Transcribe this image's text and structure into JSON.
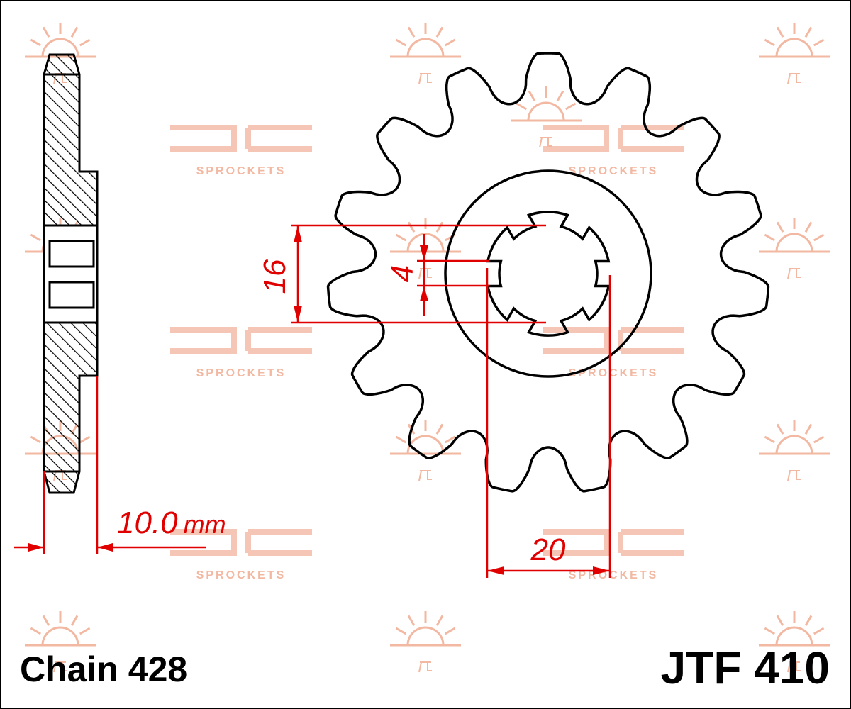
{
  "part_number": "JTF 410",
  "chain": "Chain 428",
  "dimensions": {
    "minor_diameter": "16",
    "spline_width": "4",
    "major_diameter": "20",
    "thickness": "10.0",
    "thickness_unit": "mm"
  },
  "sprocket": {
    "teeth": 15,
    "splines": 6
  },
  "watermark": {
    "brand": "JT",
    "text": "SPROCKETS"
  },
  "colors": {
    "outline": "#000000",
    "dimension": "#e00000",
    "watermark": "#f2b8a2"
  }
}
